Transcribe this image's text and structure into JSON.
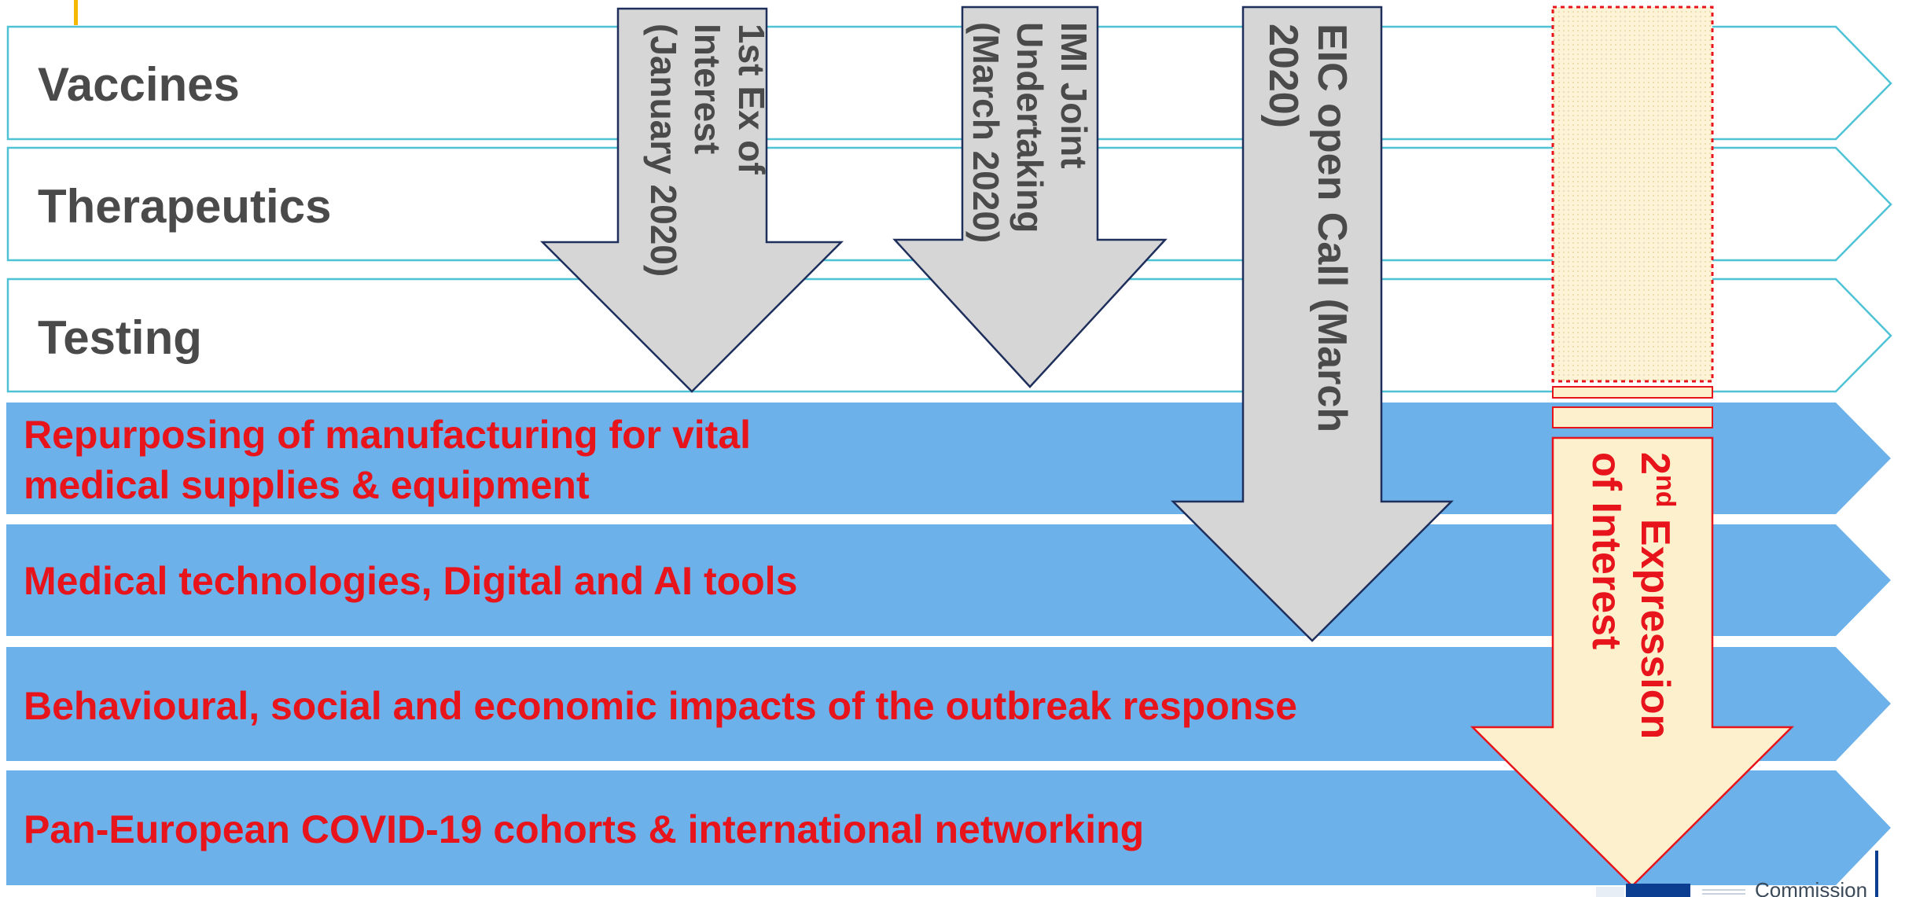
{
  "rows": [
    {
      "label": "Vaccines",
      "style": "outline"
    },
    {
      "label": "Therapeutics",
      "style": "outline"
    },
    {
      "label": "Testing",
      "style": "outline"
    },
    {
      "label_line1": "Repurposing of manufacturing for vital",
      "label_line2": "medical supplies & equipment",
      "style": "filled"
    },
    {
      "label": "Medical technologies, Digital and AI tools",
      "style": "filled"
    },
    {
      "label": "Behavioural, social and economic impacts of the outbreak response",
      "style": "filled"
    },
    {
      "label": "Pan-European COVID-19 cohorts & international networking",
      "style": "filled"
    }
  ],
  "arrows": [
    {
      "lines": [
        "1st Ex of",
        "Interest",
        "(January 2020)"
      ]
    },
    {
      "lines": [
        "IMI Joint",
        "Undertaking",
        "(March 2020)"
      ]
    },
    {
      "lines": [
        "EIC open Call (March",
        "2020)"
      ]
    },
    {
      "line1_base": "2",
      "line1_sup": "nd",
      "line1_rest": " Expression",
      "line2": "of Interest"
    }
  ],
  "footer": {
    "logo_text": "Commission"
  },
  "colors": {
    "outline_stroke": "#4fc3d6",
    "filled_band": "#6cb1e9",
    "label_gray": "#4a4a4a",
    "label_red": "#e8141c",
    "arrow_gray_fill": "#d6d6d6",
    "arrow_gray_stroke": "#1f2f5c",
    "arrow_cream_fill": "#fdf0cc",
    "arrow_red_stroke": "#e8141c",
    "accent_yellow": "#f5b800"
  }
}
